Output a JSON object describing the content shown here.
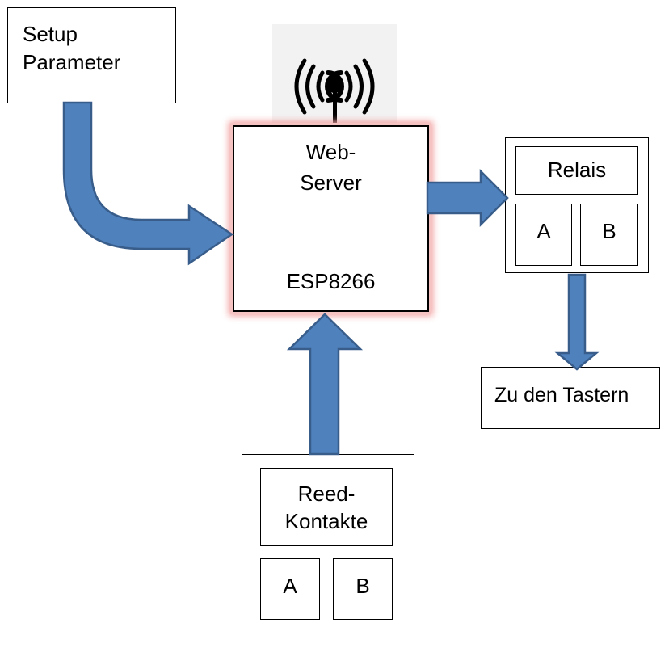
{
  "setup": {
    "line1": "Setup",
    "line2": "Parameter"
  },
  "server": {
    "line1": "Web-",
    "line2": "Server",
    "chip": "ESP8266"
  },
  "relais": {
    "title": "Relais",
    "a": "A",
    "b": "B"
  },
  "output": {
    "label": "Zu den Tastern"
  },
  "reed": {
    "line1": "Reed-",
    "line2": "Kontakte",
    "a": "A",
    "b": "B"
  },
  "icons": {
    "antenna": "wifi-antenna-icon"
  },
  "colors": {
    "arrow_fill": "#4f81bd",
    "arrow_stroke": "#385d8a",
    "server_glow": "#f2a0a0",
    "antenna_bg": "#f2f2f2"
  }
}
